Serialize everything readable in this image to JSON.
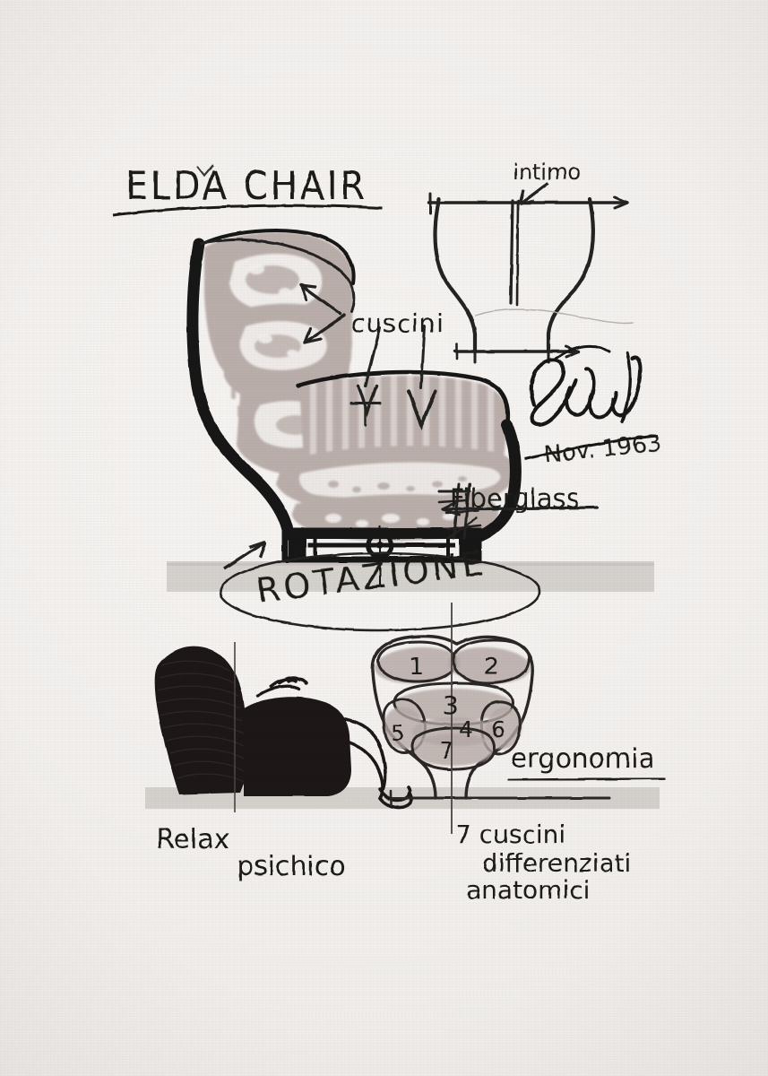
{
  "artwork": {
    "title": "ELDA CHAIR",
    "medium_note": "handwritten marker and ink design sketch",
    "background_color": "#efedeb",
    "ink_color": "#1c1a19",
    "marker_color": "#b5a9a5",
    "floor_band_color": "#cfcbc7"
  },
  "annotations": {
    "title": "ELDA CHAIR",
    "intimo": "intimo",
    "cuscini": "cuscini",
    "fiberglass": "Fiberglass",
    "rotazione": "ROTAZIONE",
    "ergonomia": "ergonomia",
    "relax": "Relax",
    "psichico": "psichico",
    "seven_cushions_line1": "7 cuscini",
    "seven_cushions_line2": "differenziati",
    "seven_cushions_line3": "anatomici",
    "signature": "signature",
    "date": "Nov. 1963"
  },
  "cushion_numbers": [
    "1",
    "2",
    "3",
    "4",
    "5",
    "6",
    "7"
  ],
  "figures": {
    "main_chair": "side elevation of wingback swivel chair with marker-filled cushions",
    "top_chair_outline": "upper right goblet-shaped chair silhouette with measurement lines",
    "seated_figure": "black silhouette of reclining person in chair",
    "ergonomic_plan": "front view chair shell with seven numbered cushions",
    "rotation_ellipse": "ellipse indicating swivel rotation of the base"
  }
}
